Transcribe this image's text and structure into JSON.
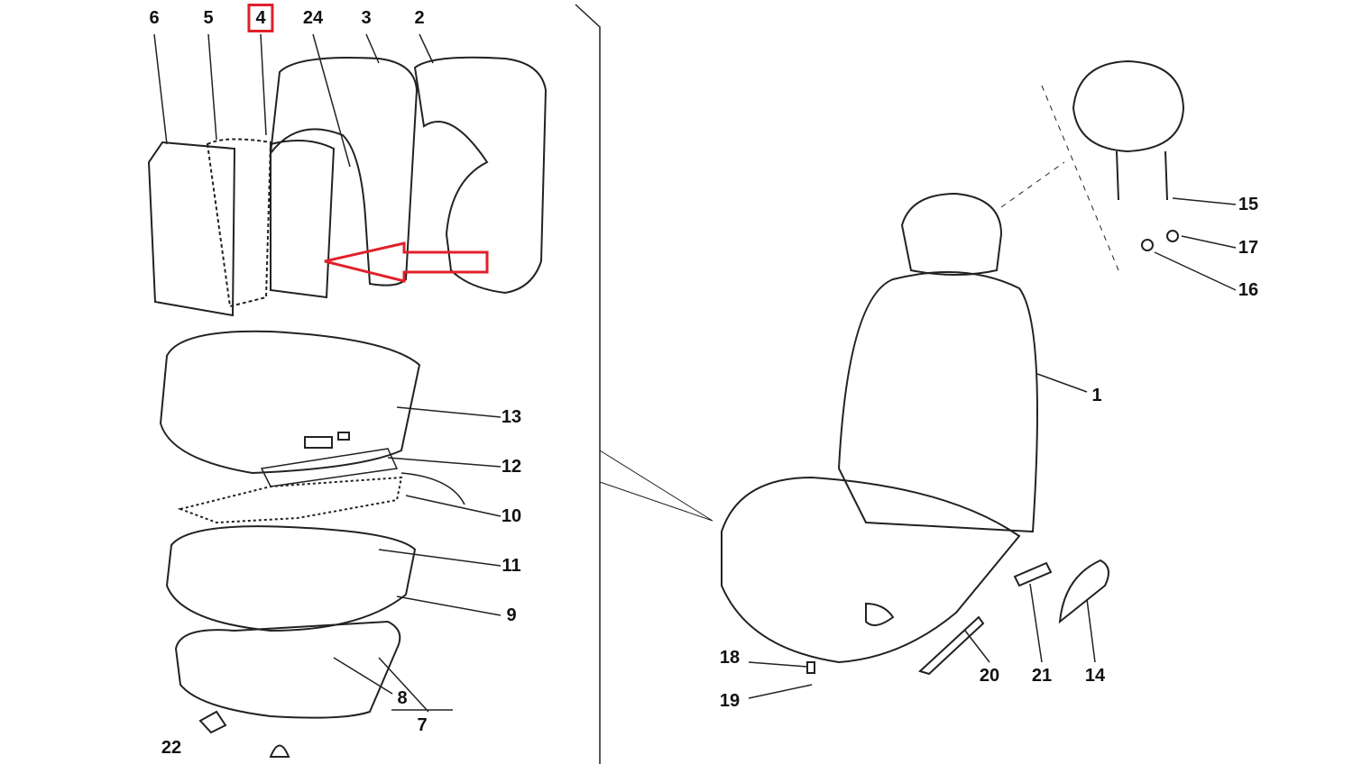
{
  "diagram": {
    "highlighted_part": "4",
    "highlight_color": "#e0202a",
    "labels": {
      "p1": "1",
      "p2": "2",
      "p3": "3",
      "p4": "4",
      "p5": "5",
      "p6": "6",
      "p7": "7",
      "p8": "8",
      "p9": "9",
      "p10": "10",
      "p11": "11",
      "p12": "12",
      "p13": "13",
      "p14": "14",
      "p15": "15",
      "p16": "16",
      "p17": "17",
      "p18": "18",
      "p19": "19",
      "p20": "20",
      "p21": "21",
      "p22": "22",
      "p24": "24"
    }
  }
}
